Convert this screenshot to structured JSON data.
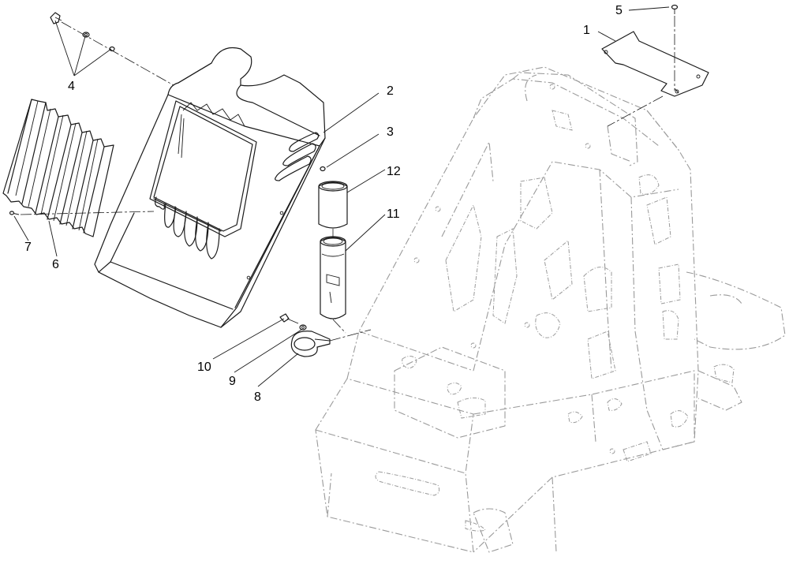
{
  "diagram": {
    "type": "exploded-parts-diagram",
    "callouts": [
      {
        "id": "c1",
        "label": "1"
      },
      {
        "id": "c2",
        "label": "2"
      },
      {
        "id": "c3",
        "label": "3"
      },
      {
        "id": "c4",
        "label": "4"
      },
      {
        "id": "c5",
        "label": "5"
      },
      {
        "id": "c6",
        "label": "6"
      },
      {
        "id": "c7",
        "label": "7"
      },
      {
        "id": "c8",
        "label": "8"
      },
      {
        "id": "c9",
        "label": "9"
      },
      {
        "id": "c10",
        "label": "10"
      },
      {
        "id": "c11",
        "label": "11"
      },
      {
        "id": "c12",
        "label": "12"
      }
    ]
  }
}
